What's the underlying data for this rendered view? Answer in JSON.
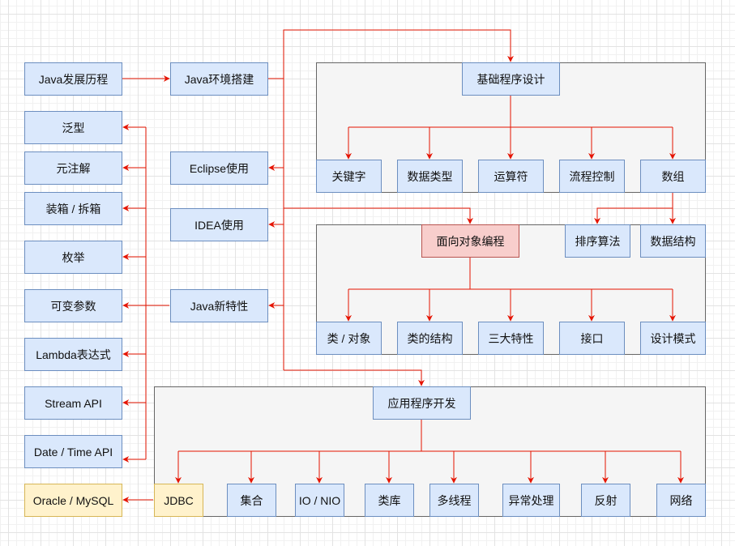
{
  "left_column": {
    "history": "Java发展历程",
    "generics": "泛型",
    "annotations": "元注解",
    "boxing": "装箱 / 拆箱",
    "enum": "枚举",
    "varargs": "可变参数",
    "lambda": "Lambda表达式",
    "stream": "Stream API",
    "datetime": "Date / Time API",
    "database": "Oracle / MySQL"
  },
  "middle_column": {
    "env_setup": "Java环境搭建",
    "eclipse": "Eclipse使用",
    "idea": "IDEA使用",
    "new_features": "Java新特性"
  },
  "basic_programming": {
    "title": "基础程序设计",
    "items": [
      "关键字",
      "数据类型",
      "运算符",
      "流程控制",
      "数组"
    ]
  },
  "oop": {
    "title": "面向对象编程",
    "sort_algorithm": "排序算法",
    "data_structure": "数据结构",
    "items": [
      "类 / 对象",
      "类的结构",
      "三大特性",
      "接口",
      "设计模式"
    ]
  },
  "app_dev": {
    "title": "应用程序开发",
    "items": [
      "JDBC",
      "集合",
      "IO / NIO",
      "类库",
      "多线程",
      "异常处理",
      "反射",
      "网络"
    ]
  },
  "colors": {
    "edge": "#e51400",
    "box_fill": "#dae8fc",
    "box_border": "#6c8ebf",
    "highlight_fill": "#f8cecc",
    "highlight_border": "#b85450",
    "jdbc_fill": "#fff2cc",
    "jdbc_border": "#d6b656",
    "group_fill": "#f5f5f5",
    "group_border": "#666666"
  }
}
